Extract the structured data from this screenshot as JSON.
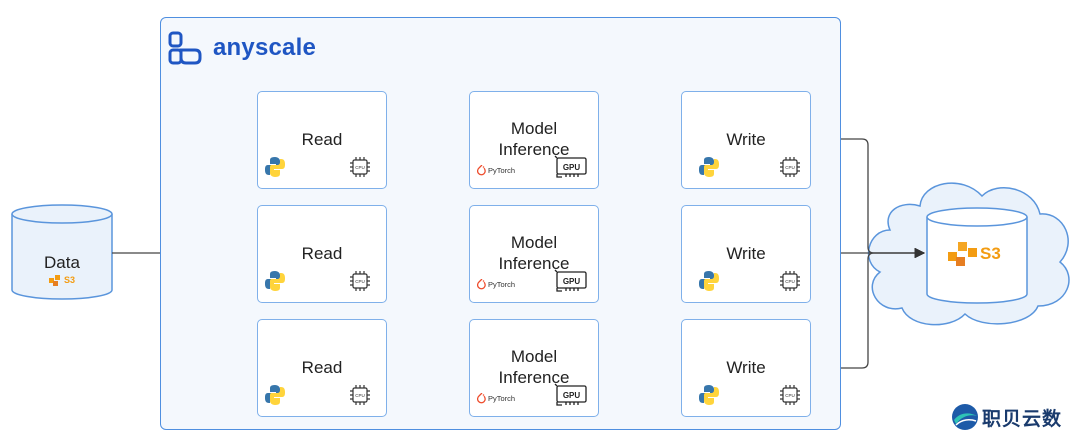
{
  "brand": {
    "name": "anyscale",
    "icon": "anyscale-logo-icon"
  },
  "source": {
    "label": "Data",
    "badge": "S3",
    "icon": "aws-s3-icon"
  },
  "pipelines": [
    {
      "read": {
        "label": "Read",
        "icons": [
          "python-icon",
          "cpu-icon"
        ],
        "chip_text": "CPU"
      },
      "inference": {
        "label_line1": "Model",
        "label_line2": "Inference",
        "framework": "PyTorch",
        "chip_text": "GPU"
      },
      "write": {
        "label": "Write",
        "icons": [
          "python-icon",
          "cpu-icon"
        ],
        "chip_text": "CPU"
      }
    },
    {
      "read": {
        "label": "Read",
        "icons": [
          "python-icon",
          "cpu-icon"
        ],
        "chip_text": "CPU"
      },
      "inference": {
        "label_line1": "Model",
        "label_line2": "Inference",
        "framework": "PyTorch",
        "chip_text": "GPU"
      },
      "write": {
        "label": "Write",
        "icons": [
          "python-icon",
          "cpu-icon"
        ],
        "chip_text": "CPU"
      }
    },
    {
      "read": {
        "label": "Read",
        "icons": [
          "python-icon",
          "cpu-icon"
        ],
        "chip_text": "CPU"
      },
      "inference": {
        "label_line1": "Model",
        "label_line2": "Inference",
        "framework": "PyTorch",
        "chip_text": "GPU"
      },
      "write": {
        "label": "Write",
        "icons": [
          "python-icon",
          "cpu-icon"
        ],
        "chip_text": "CPU"
      }
    }
  ],
  "sink": {
    "badge": "S3",
    "icon": "aws-s3-icon",
    "container": "cloud-icon"
  },
  "watermark": {
    "text": "职贝云数"
  },
  "colors": {
    "accent": "#1f56c3",
    "border": "#7fb0ea",
    "panel_bg": "#f4f8fd",
    "aws_orange": "#f39c12",
    "pytorch_red": "#ee4c2c",
    "python_blue": "#3776ab",
    "python_yellow": "#ffd43b",
    "arrow": "#444444"
  }
}
